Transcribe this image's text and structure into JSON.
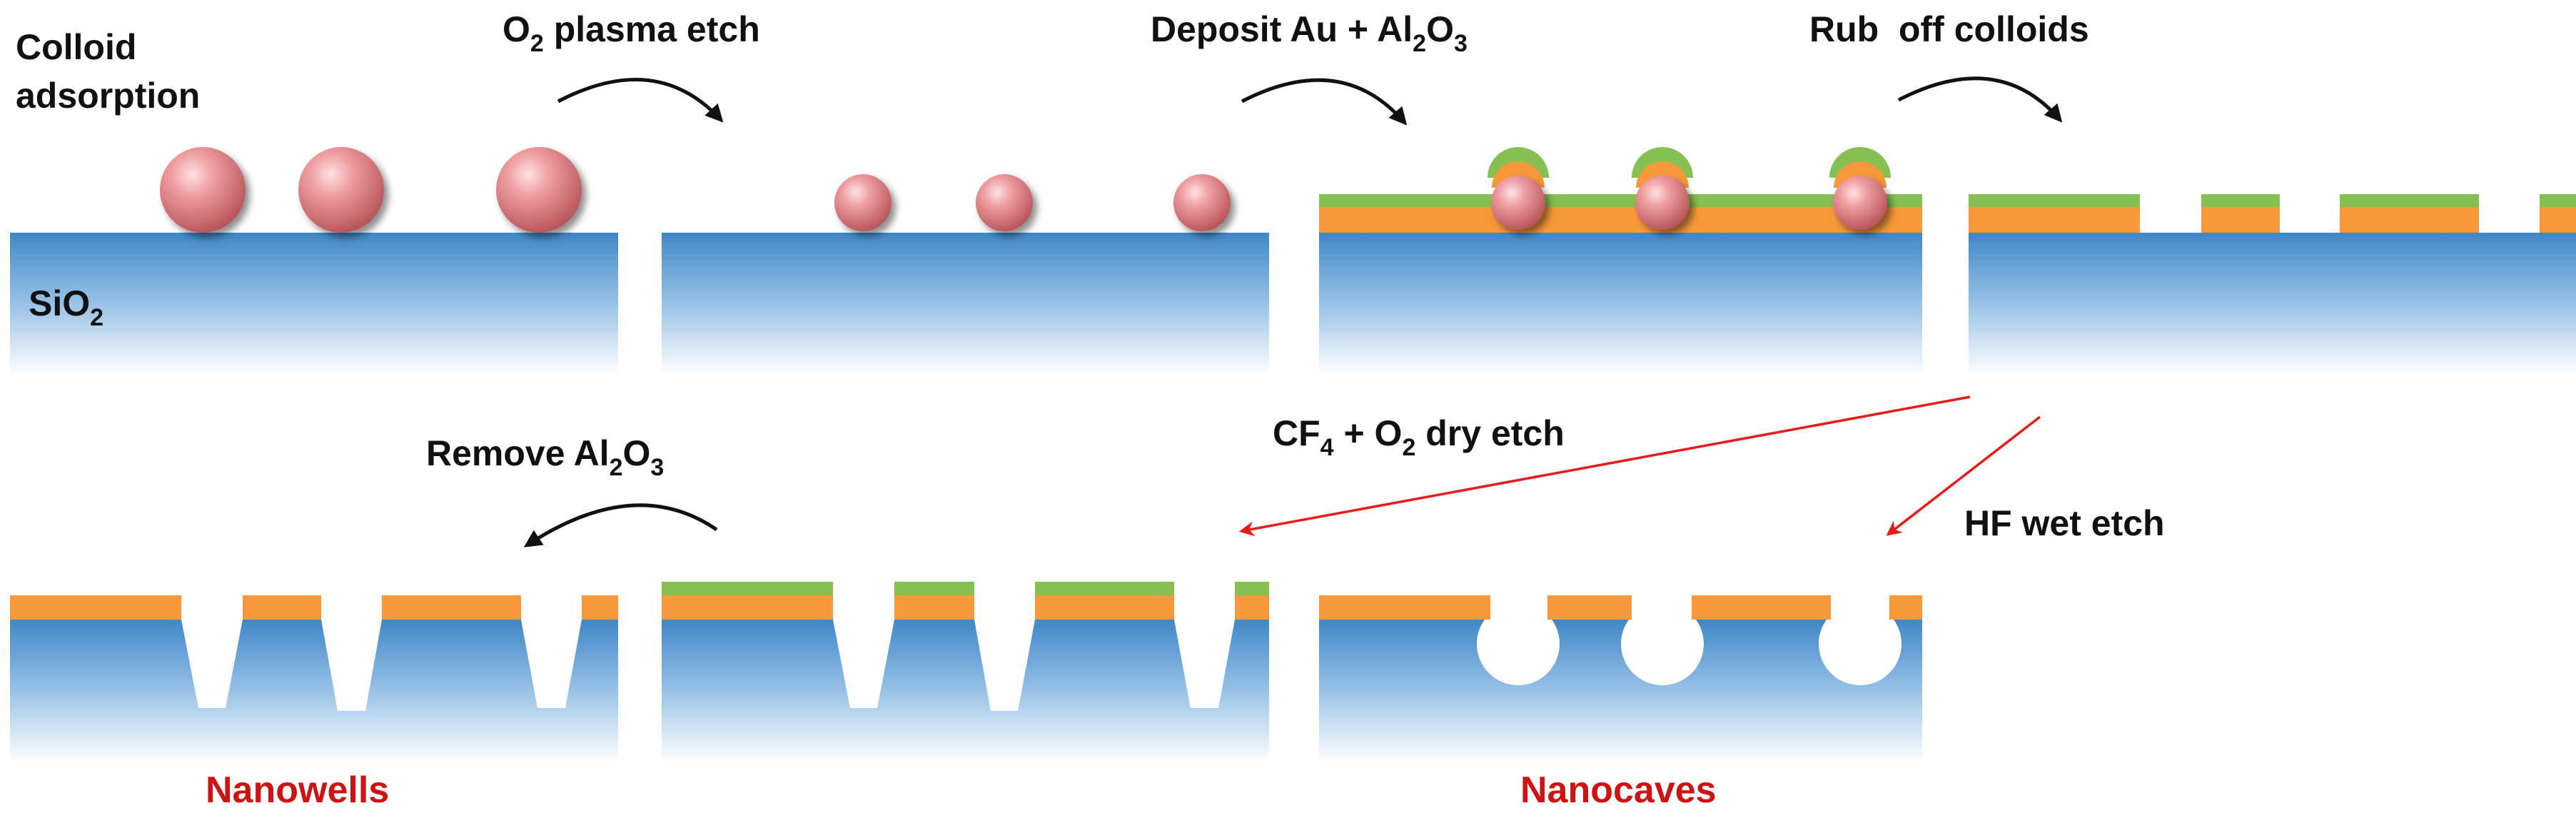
{
  "colors": {
    "substrate_top": "#3f87c7",
    "substrate_bottom": "#ffffff",
    "gold": "#f7993a",
    "alumina": "#86bf52",
    "colloid": "#e88a8e",
    "arrow_black": "#111111",
    "arrow_red": "#e51c1c",
    "label_red": "#cc1414"
  },
  "labels": {
    "colloid_line1": "Colloid",
    "colloid_line2": "adsorption",
    "substrate": {
      "main": "SiO",
      "sub": "2"
    },
    "o2_plasma": {
      "a": "O",
      "sub": "2",
      "b": " plasma etch"
    },
    "deposit": {
      "a": "Deposit Au + Al",
      "sub1": "2",
      "b": "O",
      "sub2": "3"
    },
    "rub_off": "Rub  off colloids",
    "cf4_etch": {
      "a": "CF",
      "sub1": "4",
      "b": " + O",
      "sub2": "2",
      "c": " dry etch"
    },
    "hf_etch": "HF wet etch",
    "remove": {
      "a": "Remove Al",
      "sub1": "2",
      "b": "O",
      "sub2": "3"
    },
    "nanowells": "Nanowells",
    "nanocaves": "Nanocaves"
  }
}
